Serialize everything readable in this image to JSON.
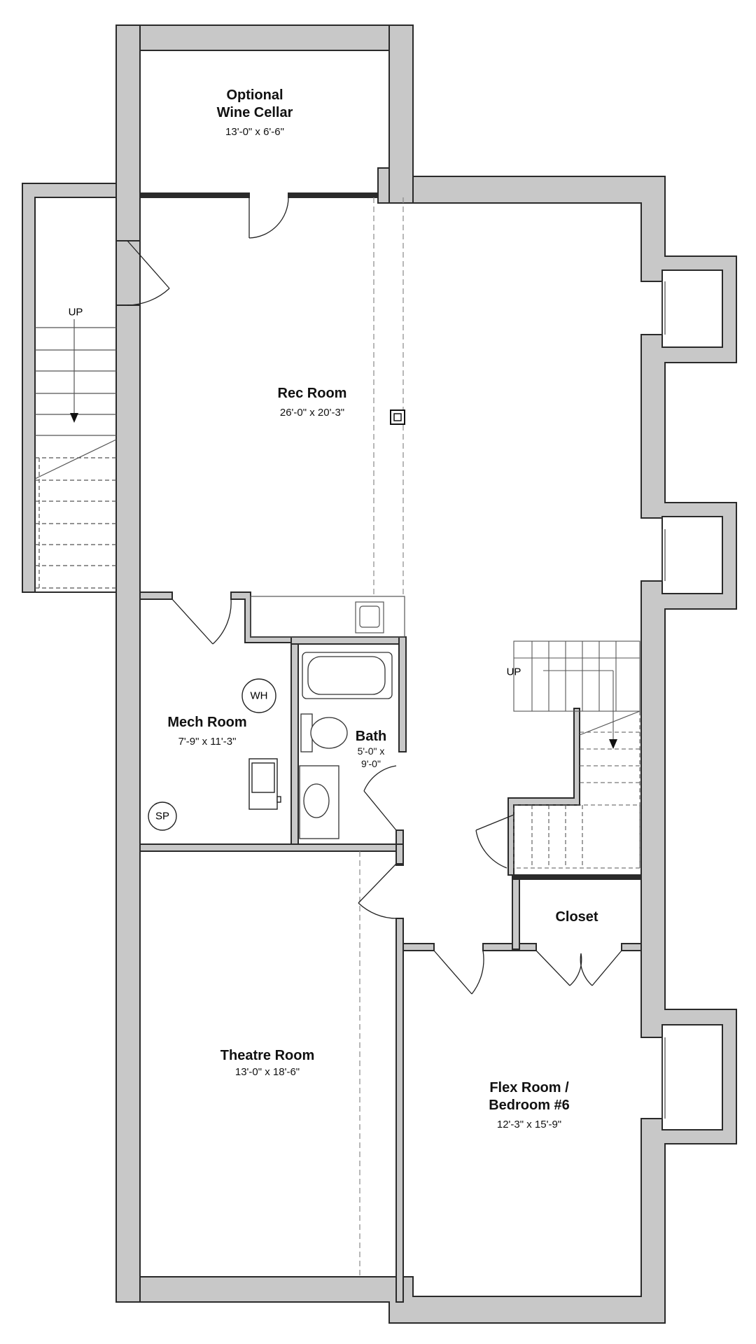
{
  "rooms": {
    "wine_cellar": {
      "line1": "Optional",
      "line2": "Wine Cellar",
      "dims": "13'-0\" x 6'-6\""
    },
    "rec_room": {
      "name": "Rec Room",
      "dims": "26'-0\" x 20'-3\""
    },
    "mech_room": {
      "name": "Mech Room",
      "dims": "7'-9\" x 11'-3\""
    },
    "bath": {
      "name": "Bath",
      "dims_line1": "5'-0\" x",
      "dims_line2": "9'-0\""
    },
    "closet": {
      "name": "Closet"
    },
    "theatre_room": {
      "name": "Theatre Room",
      "dims": "13'-0\" x 18'-6\""
    },
    "flex_room": {
      "line1": "Flex Room /",
      "line2": "Bedroom #6",
      "dims": "12'-3\" x 15'-9\""
    }
  },
  "fixtures": {
    "water_heater": "WH",
    "sump_pump": "SP"
  },
  "stairs": {
    "left_label": "UP",
    "right_label": "UP"
  },
  "colors": {
    "wall_fill": "#c8c8c8",
    "wall_stroke": "#2a2a2a",
    "floor": "#ffffff"
  }
}
